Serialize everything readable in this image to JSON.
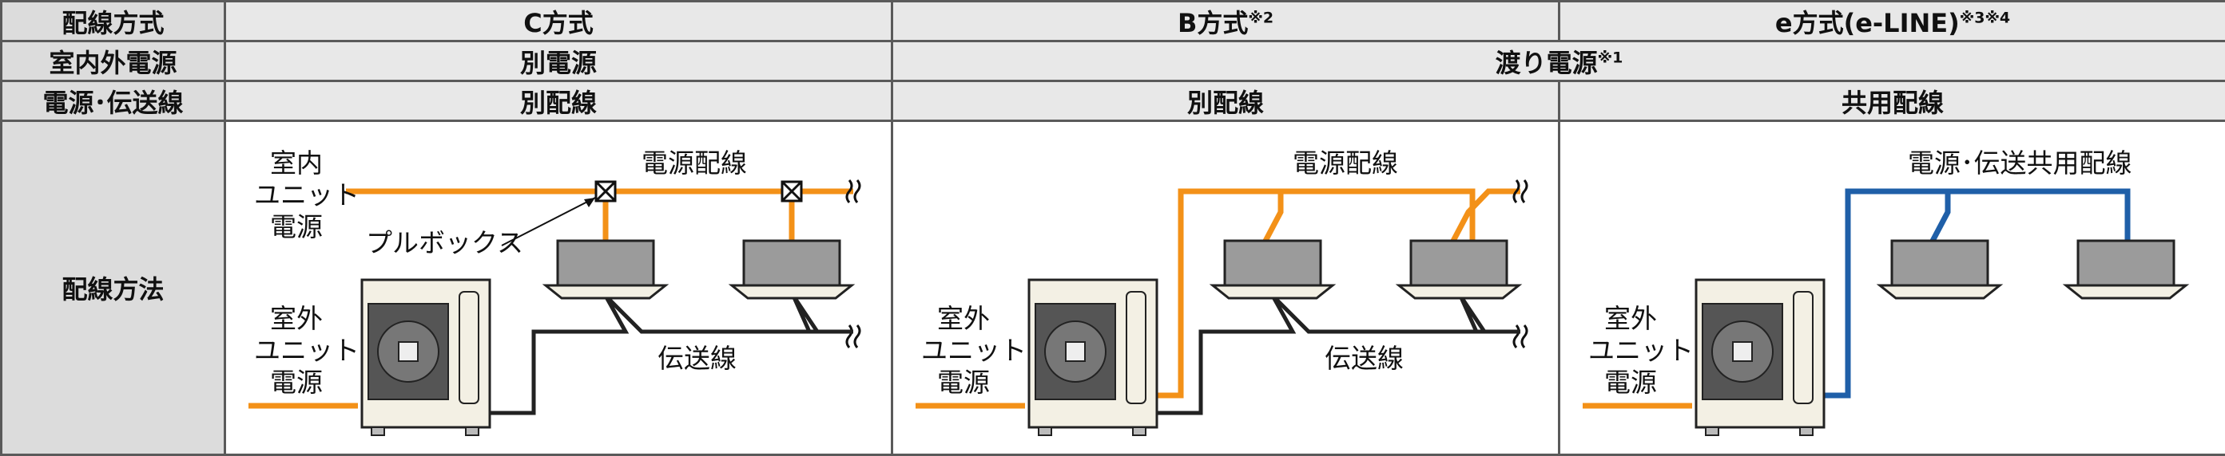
{
  "header": {
    "row1": {
      "label": "配線方式",
      "c": "C方式",
      "b": "B方式",
      "b_note": "※2",
      "e": "e方式(e-LINE)",
      "e_note": "※3※4"
    },
    "row2": {
      "label": "室内外電源",
      "c": "別電源",
      "be": "渡り電源",
      "be_note": "※1"
    },
    "row3": {
      "label": "電源･伝送線",
      "c": "別配線",
      "b": "別配線",
      "e": "共用配線"
    },
    "row4": {
      "label": "配線方法"
    }
  },
  "diagram_c": {
    "indoor_label": [
      "室内",
      "ユニット",
      "電源"
    ],
    "power": "電源配線",
    "pullbox": "プルボックス",
    "outdoor_label": [
      "室外",
      "ユニット",
      "電源"
    ],
    "signal": "伝送線"
  },
  "diagram_b": {
    "power": "電源配線",
    "outdoor_label": [
      "室外",
      "ユニット",
      "電源"
    ],
    "signal": "伝送線"
  },
  "diagram_e": {
    "shared": "電源･伝送共用配線",
    "outdoor_label": [
      "室外",
      "ユニット",
      "電源"
    ]
  },
  "colors": {
    "power": "#f39118",
    "signal": "#222222",
    "shared": "#1f5fa8",
    "header_bg": "#dcdcdc",
    "border": "#5a5a5a",
    "unit": "#a0a0a0"
  }
}
